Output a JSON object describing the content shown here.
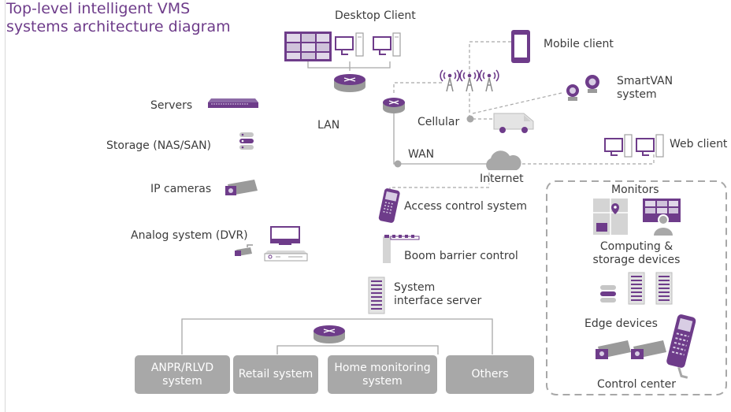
{
  "title_line1": "Top-level intelligent VMS",
  "title_line2": "systems architecture diagram",
  "labels": {
    "desktop_client": "Desktop Client",
    "mobile_client": "Mobile client",
    "smartvan_line1": "SmartVAN",
    "smartvan_line2": "system",
    "servers": "Servers",
    "lan": "LAN",
    "cellular": "Cellular",
    "storage": "Storage (NAS/SAN)",
    "wan": "WAN",
    "web_client": "Web client",
    "internet": "Internet",
    "ip_cameras": "IP cameras",
    "access_control": "Access control system",
    "analog_system": "Analog system (DVR)",
    "boom_barrier": "Boom barrier control",
    "system_interface_line1": "System",
    "system_interface_line2": "interface server",
    "monitors": "Monitors",
    "computing_line1": "Computing &",
    "computing_line2": "storage devices",
    "edge_devices": "Edge devices",
    "control_center": "Control center"
  },
  "subsystems": {
    "anpr_line1": "ANPR/RLVD",
    "anpr_line2": "system",
    "retail": "Retail system",
    "home_line1": "Home monitoring",
    "home_line2": "system",
    "others": "Others"
  },
  "colors": {
    "brand_purple": "#6e3c8a",
    "line_gray": "#a8a8a8",
    "box_gray": "#a8a8a8",
    "text": "#3c3c3c"
  }
}
